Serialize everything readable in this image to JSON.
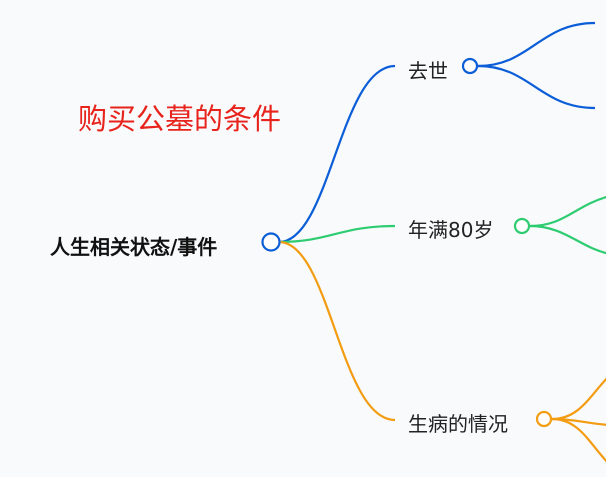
{
  "title": "购买公墓的条件",
  "root": {
    "label": "人生相关状态/事件"
  },
  "branches": [
    {
      "label": "去世",
      "color": "#0b5ed7"
    },
    {
      "label": "年满80岁",
      "color": "#2ecc71"
    },
    {
      "label": "生病的情况",
      "color": "#f39c12"
    }
  ]
}
